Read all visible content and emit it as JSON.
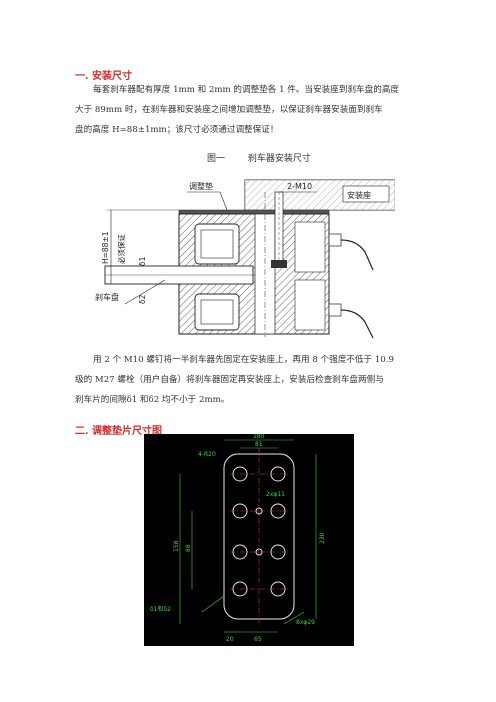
{
  "section1": {
    "heading": "一. 安装尺寸",
    "para1": [
      "每套刹车器配有厚度 1mm 和 2mm 的调整垫各 1 件。当安装座到刹车盘的高度",
      "大于 89mm 时，在刹车器和安装座之间增加调整垫，以保证刹车器安装面到刹车",
      "盘的高度 H=88±1mm；该尺寸必须通过调整保证！"
    ],
    "figure_caption": {
      "label": "图一",
      "title": "刹车器安装尺寸"
    },
    "figure_labels": {
      "shim": "调整垫",
      "bolt": "2-M10",
      "mount": "安装座",
      "height": "H=88±1",
      "must": "必须保证",
      "delta1": "δ1",
      "delta2": "δ2",
      "disc": "刹车盘"
    },
    "para2": [
      "用 2 个 M10 螺钉将一半刹车器先固定在安装座上，再用 8 个强度不低于 10.9",
      "级的 M27 螺栓（用户自备）将刹车器固定再安装座上，安装后检查刹车盘两侧与",
      "刹车片的间隙δ1 和δ2 均不小于 2mm。"
    ]
  },
  "section2": {
    "heading": "二. 调整垫片尺寸图",
    "drawing_labels": {
      "top": "180",
      "top_inner": "81",
      "corner": "4-R20",
      "hole_small": "2xφ11",
      "left_a": "88",
      "left_b": "158",
      "right": "230",
      "thickness": "δ1和δ2",
      "bottom_a": "20",
      "bottom_b": "65",
      "bottom_c": "8xφ29"
    }
  }
}
